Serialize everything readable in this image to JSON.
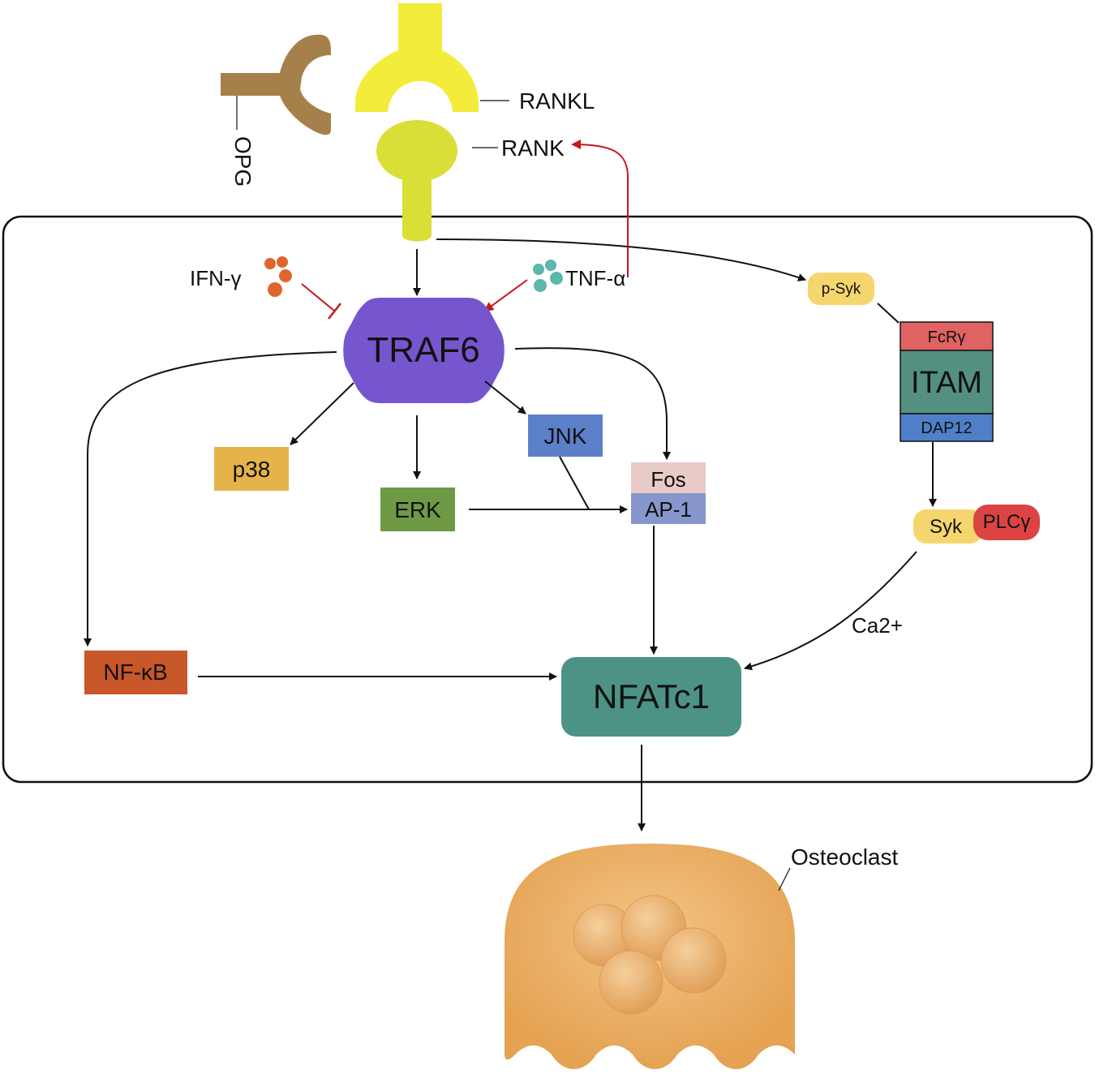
{
  "labels": {
    "rankl": "RANKL",
    "rank": "RANK",
    "opg": "OPG",
    "ifn": "IFN-γ",
    "tnf": "TNF-α",
    "traf6": "TRAF6",
    "p38": "p38",
    "erk": "ERK",
    "jnk": "JNK",
    "fos": "Fos",
    "ap1": "AP-1",
    "nfkb": "NF-κB",
    "nfatc1": "NFATc1",
    "psyk": "p-Syk",
    "fcr": "FcRγ",
    "itam": "ITAM",
    "dap12": "DAP12",
    "syk": "Syk",
    "plc": "PLCγ",
    "ca": "Ca2+",
    "osteoclast": "Osteoclast"
  },
  "colors": {
    "rankl": "#f4ec3a",
    "rank": "#d9df36",
    "opg": "#a6804a",
    "traf6": "#7656cf",
    "p38": "#e6b34b",
    "erk": "#6e9a46",
    "jnk": "#5b80c9",
    "fos": "#e8cbc6",
    "ap1": "#8797cd",
    "nfkb": "#c8572a",
    "nfatc1": "#4c9385",
    "psyk": "#f5d66e",
    "fcr": "#e06262",
    "itam": "#549081",
    "dap12": "#4f7fc8",
    "syk": "#f5d66e",
    "plc": "#dc4444",
    "ifn_dots": "#e0652d",
    "tnf_dots": "#5ab8ad",
    "inhibit_arrow": "#c8161d",
    "osteoclast": "#e9a862"
  }
}
